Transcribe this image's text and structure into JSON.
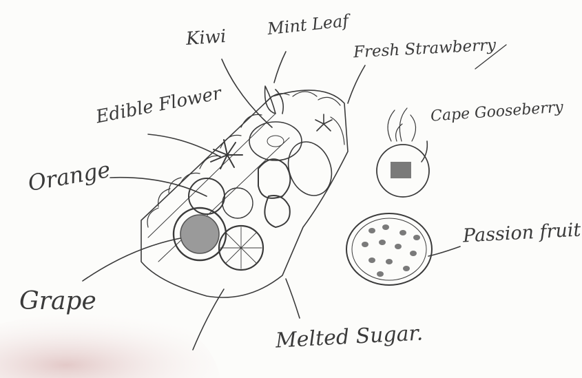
{
  "labels": {
    "kiwi": "Kiwi",
    "mint_leaf": "Mint Leaf",
    "fresh_strawberry": "Fresh Strawberry",
    "edible_flower": "Edible Flower",
    "cape_gooseberry": "Cape Gooseberry",
    "orange": "Orange",
    "passion_fruit": "Passion fruit",
    "grape": "Grape",
    "melted_sugar": "Melted Sugar."
  },
  "colors": {
    "pencil": "#3a3a3a",
    "shading": "#8a8a8a",
    "paper": "#fcfcfa",
    "thumb_shadow": "#e8d0cf"
  }
}
